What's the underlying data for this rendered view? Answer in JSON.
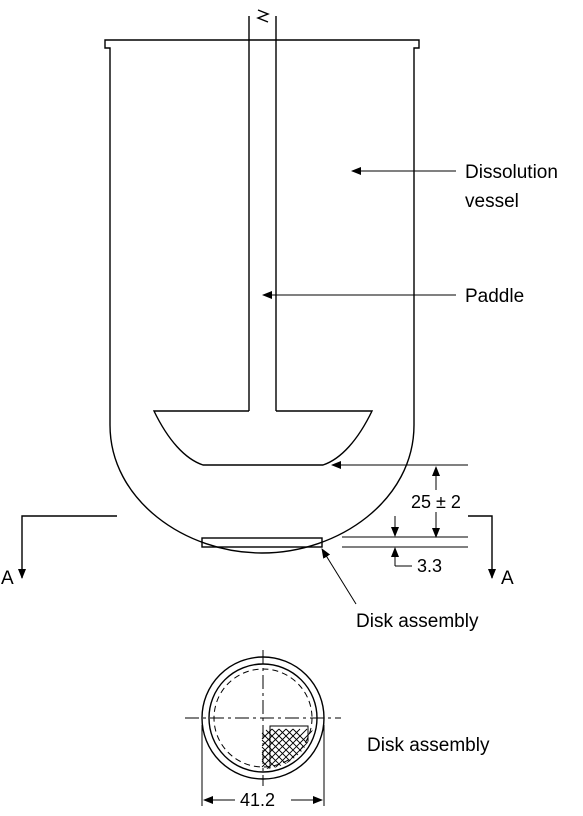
{
  "labels": {
    "vessel_line1": "Dissolution",
    "vessel_line2": "vessel",
    "paddle": "Paddle",
    "distance": "25 ± 2",
    "gap": "3.3",
    "section_left": "A",
    "section_right": "A",
    "disk_assembly_side": "Disk assembly",
    "disk_assembly_top": "Disk assembly",
    "diameter": "41.2"
  }
}
